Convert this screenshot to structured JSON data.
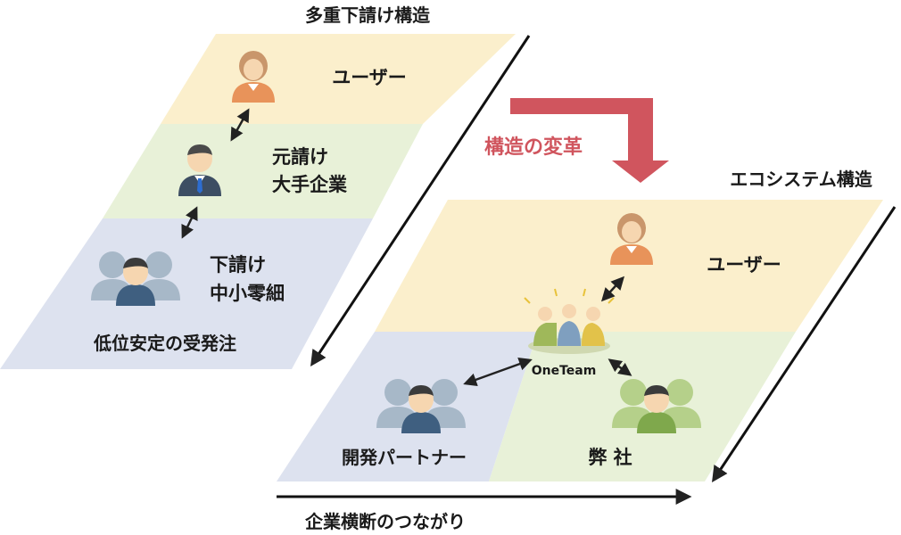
{
  "left_diagram": {
    "title": "多重下請け構造",
    "layers": {
      "user": {
        "label": "ユーザー"
      },
      "prime": {
        "label_line1": "元請け",
        "label_line2": "大手企業"
      },
      "sub": {
        "label_line1": "下請け",
        "label_line2": "中小零細"
      }
    },
    "caption": "低位安定の受発注"
  },
  "transition": {
    "label": "構造の変革"
  },
  "right_diagram": {
    "title": "エコシステム構造",
    "layers": {
      "user": {
        "label": "ユーザー"
      },
      "partner": {
        "label": "開発パートナー"
      },
      "company": {
        "label": "弊 社"
      }
    },
    "center": {
      "label": "OneTeam"
    },
    "caption": "企業横断のつながり"
  },
  "colors": {
    "user_layer": "#fbefcc",
    "prime_layer": "#e8f1d8",
    "sub_layer": "#dde2ef",
    "company_layer": "#e8f1d8",
    "accent_red": "#d0555e",
    "orange_person": "#e8935a",
    "navy_person": "#3f5f80",
    "green_person": "#7fa84c",
    "gray_person": "#a7b8c8"
  }
}
